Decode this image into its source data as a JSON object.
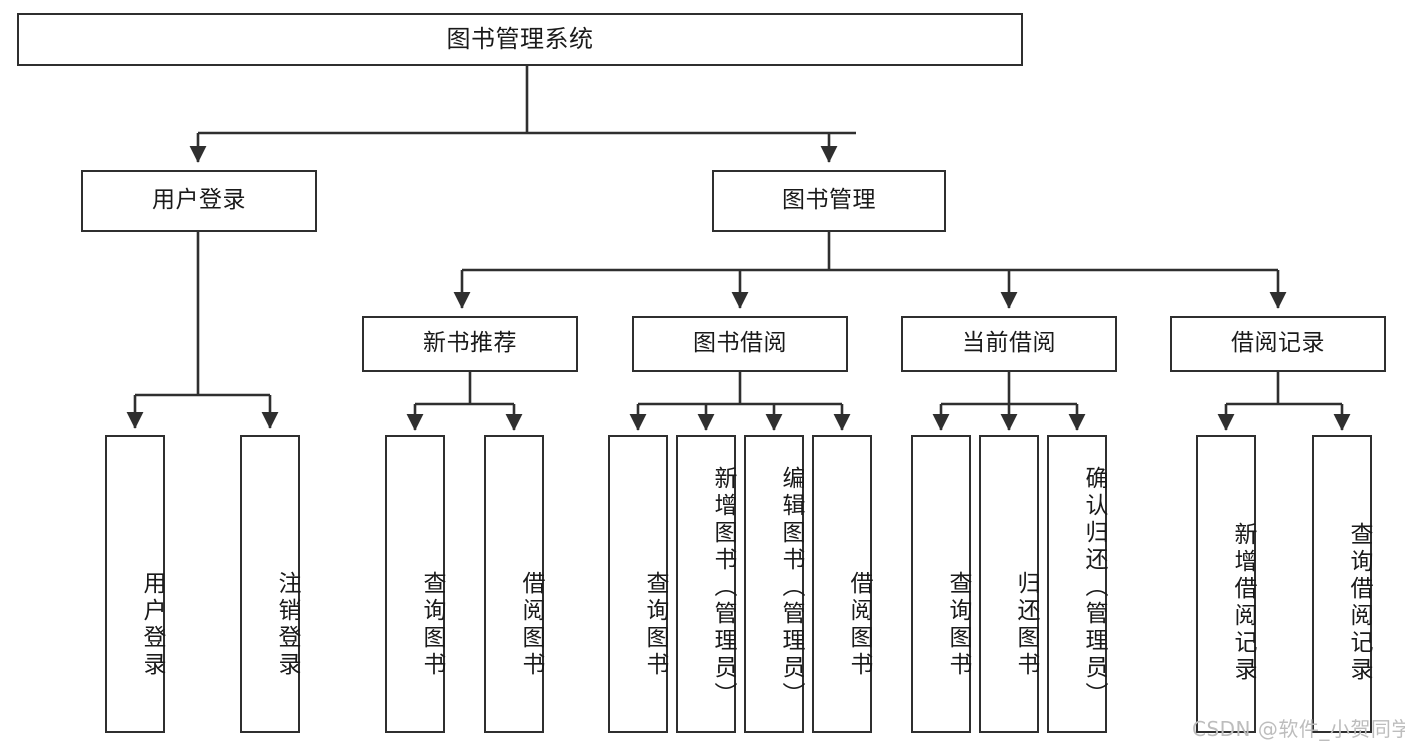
{
  "diagram": {
    "title": "图书管理系统",
    "type": "tree-hierarchy-diagram",
    "root": {
      "label": "图书管理系统"
    },
    "level2": [
      {
        "label": "用户登录"
      },
      {
        "label": "图书管理"
      }
    ],
    "level3": [
      {
        "label": "新书推荐"
      },
      {
        "label": "图书借阅"
      },
      {
        "label": "当前借阅"
      },
      {
        "label": "借阅记录"
      }
    ],
    "leaves": {
      "user_login": [
        {
          "label": "用户登录"
        },
        {
          "label": "注销登录"
        }
      ],
      "new_book_recommend": [
        {
          "label": "查询图书"
        },
        {
          "label": "借阅图书"
        }
      ],
      "book_borrow": [
        {
          "label": "查询图书"
        },
        {
          "label": "新增图书（管理员）"
        },
        {
          "label": "编辑图书（管理员）"
        },
        {
          "label": "借阅图书"
        }
      ],
      "current_borrow": [
        {
          "label": "查询图书"
        },
        {
          "label": "归还图书"
        },
        {
          "label": "确认归还（管理员）"
        }
      ],
      "borrow_record": [
        {
          "label": "新增借阅记录"
        },
        {
          "label": "查询借阅记录"
        }
      ]
    }
  },
  "watermark": {
    "text": "CSDN @软件_小贺同学"
  },
  "colors": {
    "stroke": "#2f2f2f",
    "fill": "#ffffff",
    "text": "#1a1a1a",
    "watermark": "#bdbdbd"
  }
}
